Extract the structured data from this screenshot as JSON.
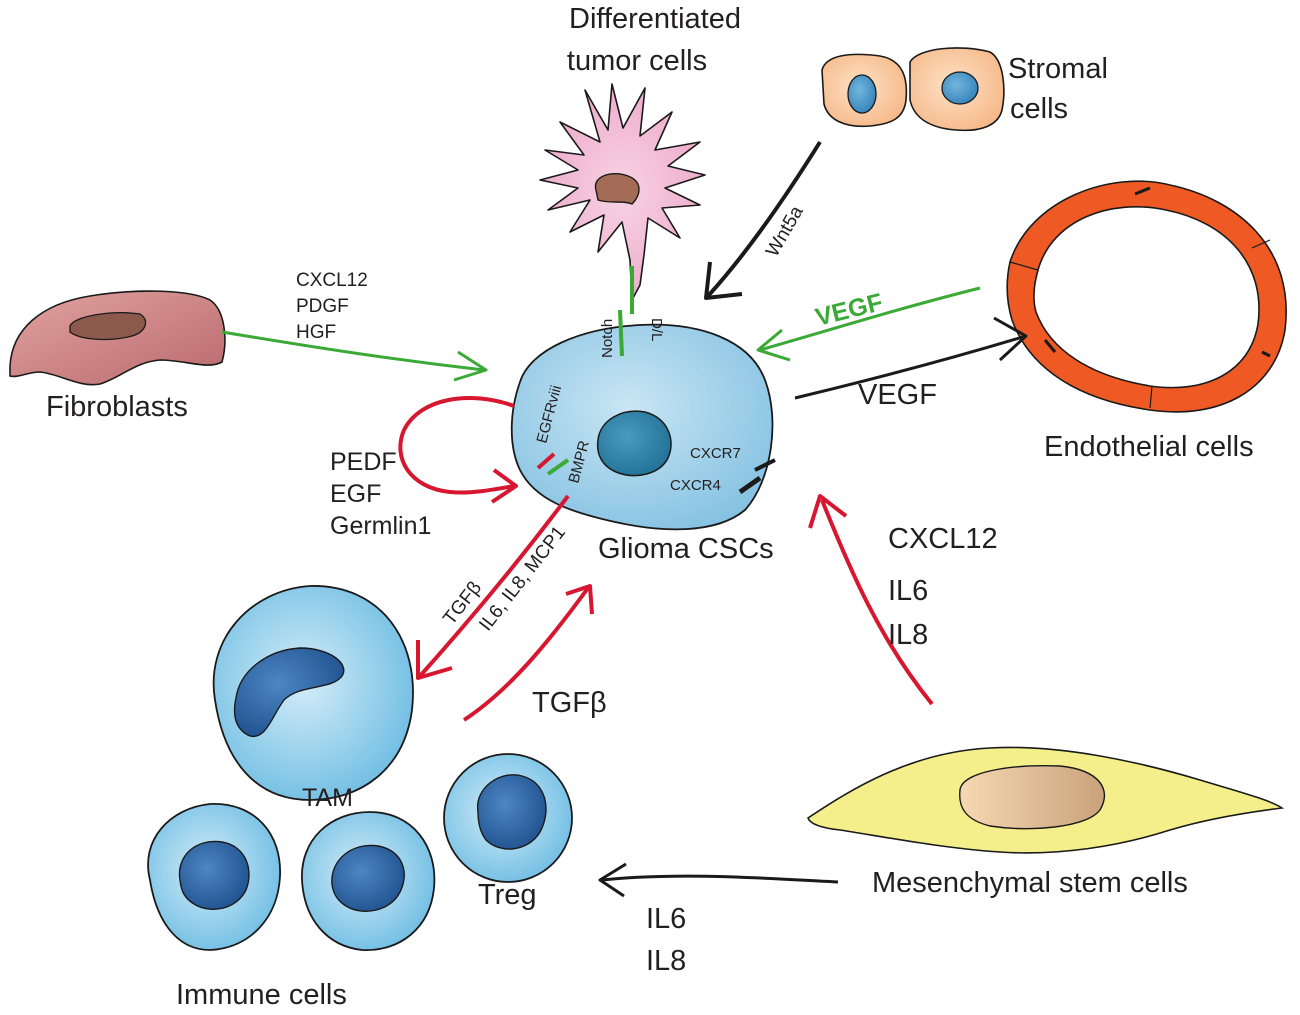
{
  "cells": {
    "differentiated": [
      "Differentiated",
      "tumor cells"
    ],
    "stromal": [
      "Stromal",
      "cells"
    ],
    "fibroblasts": "Fibroblasts",
    "endothelial": "Endothelial cells",
    "glioma": "Glioma CSCs",
    "tam": "TAM",
    "treg": "Treg",
    "immune": "Immune cells",
    "msc": "Mesenchymal stem cells"
  },
  "receptors": {
    "notch": "Notch",
    "dl": "D/L",
    "egfrviii": "EGFRviii",
    "bmpr": "BMPR",
    "cxcr7": "CXCR7",
    "cxcr4": "CXCR4"
  },
  "signals": {
    "fibroblast_factors": [
      "CXCL12",
      "PDGF",
      "HGF"
    ],
    "wnt": "Wnt5a",
    "vegf_in": "VEGF",
    "vegf_out": "VEGF",
    "autocrine": [
      "PEDF",
      "EGF",
      "Germlin1"
    ],
    "tam_to_csc": "TGFβ",
    "csc_to_tam": "IL6, IL8, MCP1",
    "treg_to_csc": "TGFβ",
    "msc_to_csc": [
      "CXCL12",
      "IL6",
      "IL8"
    ],
    "msc_to_treg": [
      "IL6",
      "IL8"
    ]
  },
  "colors": {
    "red": "#d7172f",
    "green": "#3aa935",
    "black": "#1a1a1a",
    "glioma_fill": "#9fcfe8",
    "immune_fill": "#8fcdea",
    "immune_nucleus": "#2f6aa8",
    "endothelial": "#ef5a24",
    "fibroblast": "#d4888a",
    "stromal": "#f9caa0",
    "msc": "#f4ef8a",
    "differentiated": "#f1b6d2"
  }
}
